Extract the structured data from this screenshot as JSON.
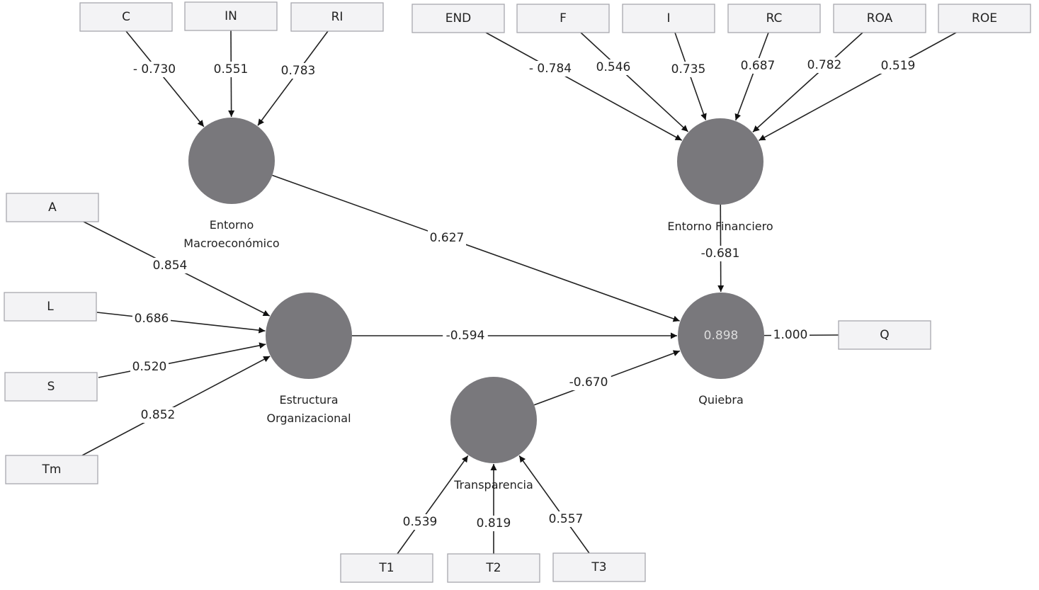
{
  "diagram": {
    "type": "PLS-SEM path model",
    "colors": {
      "construct_fill": "#79787c",
      "indicator_fill": "#f3f3f5",
      "indicator_border": "#a8a8ae",
      "edge": "#222222",
      "r2_text": "#dcdcdc"
    },
    "constructs": [
      {
        "id": "EM",
        "label_lines": [
          "Entorno",
          "Macroeconómico"
        ],
        "r2": ""
      },
      {
        "id": "EF",
        "label_lines": [
          "Entorno Financiero"
        ],
        "r2": ""
      },
      {
        "id": "EO",
        "label_lines": [
          "Estructura",
          "Organizacional"
        ],
        "r2": ""
      },
      {
        "id": "TR",
        "label_lines": [
          "Transparencia"
        ],
        "r2": ""
      },
      {
        "id": "QU",
        "label_lines": [
          "Quiebra"
        ],
        "r2": "0.898"
      }
    ],
    "indicators": [
      {
        "id": "C",
        "label": "C",
        "construct": "EM",
        "loading": "- 0.730"
      },
      {
        "id": "IN",
        "label": "IN",
        "construct": "EM",
        "loading": "0.551"
      },
      {
        "id": "RI",
        "label": "RI",
        "construct": "EM",
        "loading": "0.783"
      },
      {
        "id": "END",
        "label": "END",
        "construct": "EF",
        "loading": "- 0.784"
      },
      {
        "id": "F",
        "label": "F",
        "construct": "EF",
        "loading": "0.546"
      },
      {
        "id": "I",
        "label": "I",
        "construct": "EF",
        "loading": "0.735"
      },
      {
        "id": "RC",
        "label": "RC",
        "construct": "EF",
        "loading": "0.687"
      },
      {
        "id": "ROA",
        "label": "ROA",
        "construct": "EF",
        "loading": "0.782"
      },
      {
        "id": "ROE",
        "label": "ROE",
        "construct": "EF",
        "loading": "0.519"
      },
      {
        "id": "A",
        "label": "A",
        "construct": "EO",
        "loading": "0.854"
      },
      {
        "id": "L",
        "label": "L",
        "construct": "EO",
        "loading": "0.686"
      },
      {
        "id": "S",
        "label": "S",
        "construct": "EO",
        "loading": "0.520"
      },
      {
        "id": "Tm",
        "label": "Tm",
        "construct": "EO",
        "loading": "0.852"
      },
      {
        "id": "T1",
        "label": "T1",
        "construct": "TR",
        "loading": "0.539"
      },
      {
        "id": "T2",
        "label": "T2",
        "construct": "TR",
        "loading": "0.819"
      },
      {
        "id": "T3",
        "label": "T3",
        "construct": "TR",
        "loading": "0.557"
      },
      {
        "id": "Q",
        "label": "Q",
        "construct": "QU",
        "loading": "1.000"
      }
    ],
    "paths": [
      {
        "from": "EM",
        "to": "QU",
        "coefficient": "0.627"
      },
      {
        "from": "EF",
        "to": "QU",
        "coefficient": "-0.681"
      },
      {
        "from": "EO",
        "to": "QU",
        "coefficient": "-0.594"
      },
      {
        "from": "TR",
        "to": "QU",
        "coefficient": "-0.670"
      }
    ]
  }
}
